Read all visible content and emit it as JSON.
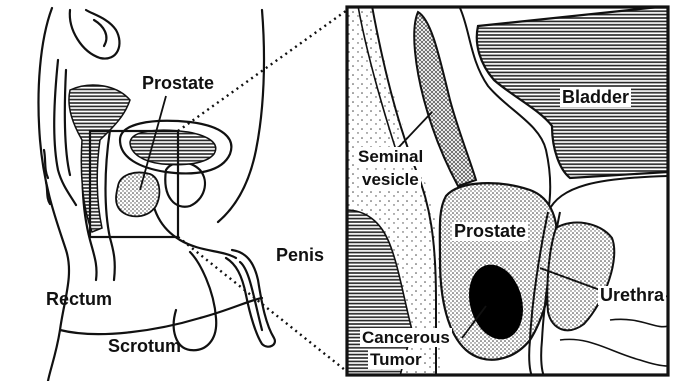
{
  "labels": {
    "prostate_overview": "Prostate",
    "rectum": "Rectum",
    "scrotum": "Scrotum",
    "penis": "Penis",
    "bladder": "Bladder",
    "seminal_vesicle_line1": "Seminal",
    "seminal_vesicle_line2": "vesicle",
    "prostate_detail": "Prostate",
    "urethra": "Urethra",
    "tumor_line1": "Cancerous",
    "tumor_line2": "Tumor"
  },
  "colors": {
    "ink": "#111111",
    "tumor": "#000000",
    "paper": "#ffffff"
  }
}
